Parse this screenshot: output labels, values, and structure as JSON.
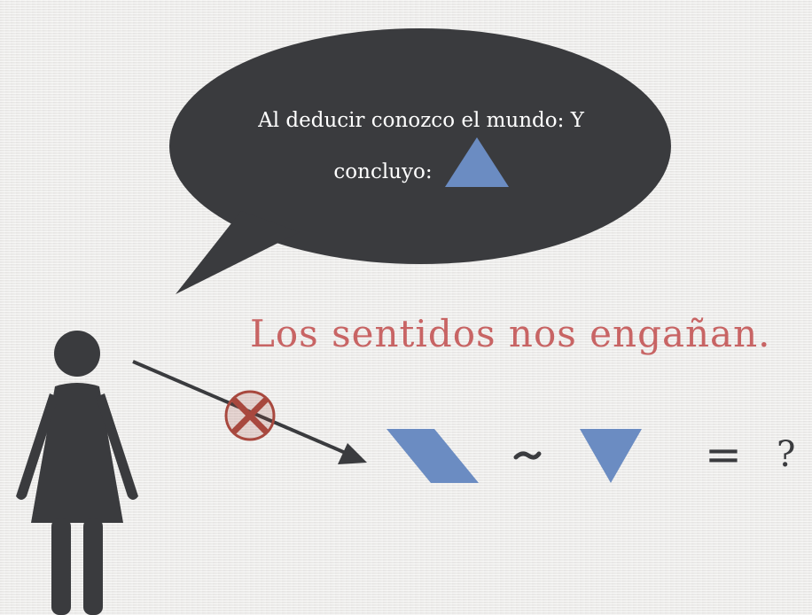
{
  "speech_bubble": {
    "line1": "Al deducir conozco el mundo: Y",
    "line2": "concluyo:"
  },
  "headline": "Los sentidos nos engañan.",
  "equation": {
    "operator_tilde": "~",
    "operator_equals": "=",
    "result": "?"
  },
  "colors": {
    "bubble": "#3a3b3e",
    "shape_blue": "#6b8cc2",
    "headline_red": "#c86464",
    "cross_mark": "#a8483e",
    "figure": "#3a3b3e"
  }
}
